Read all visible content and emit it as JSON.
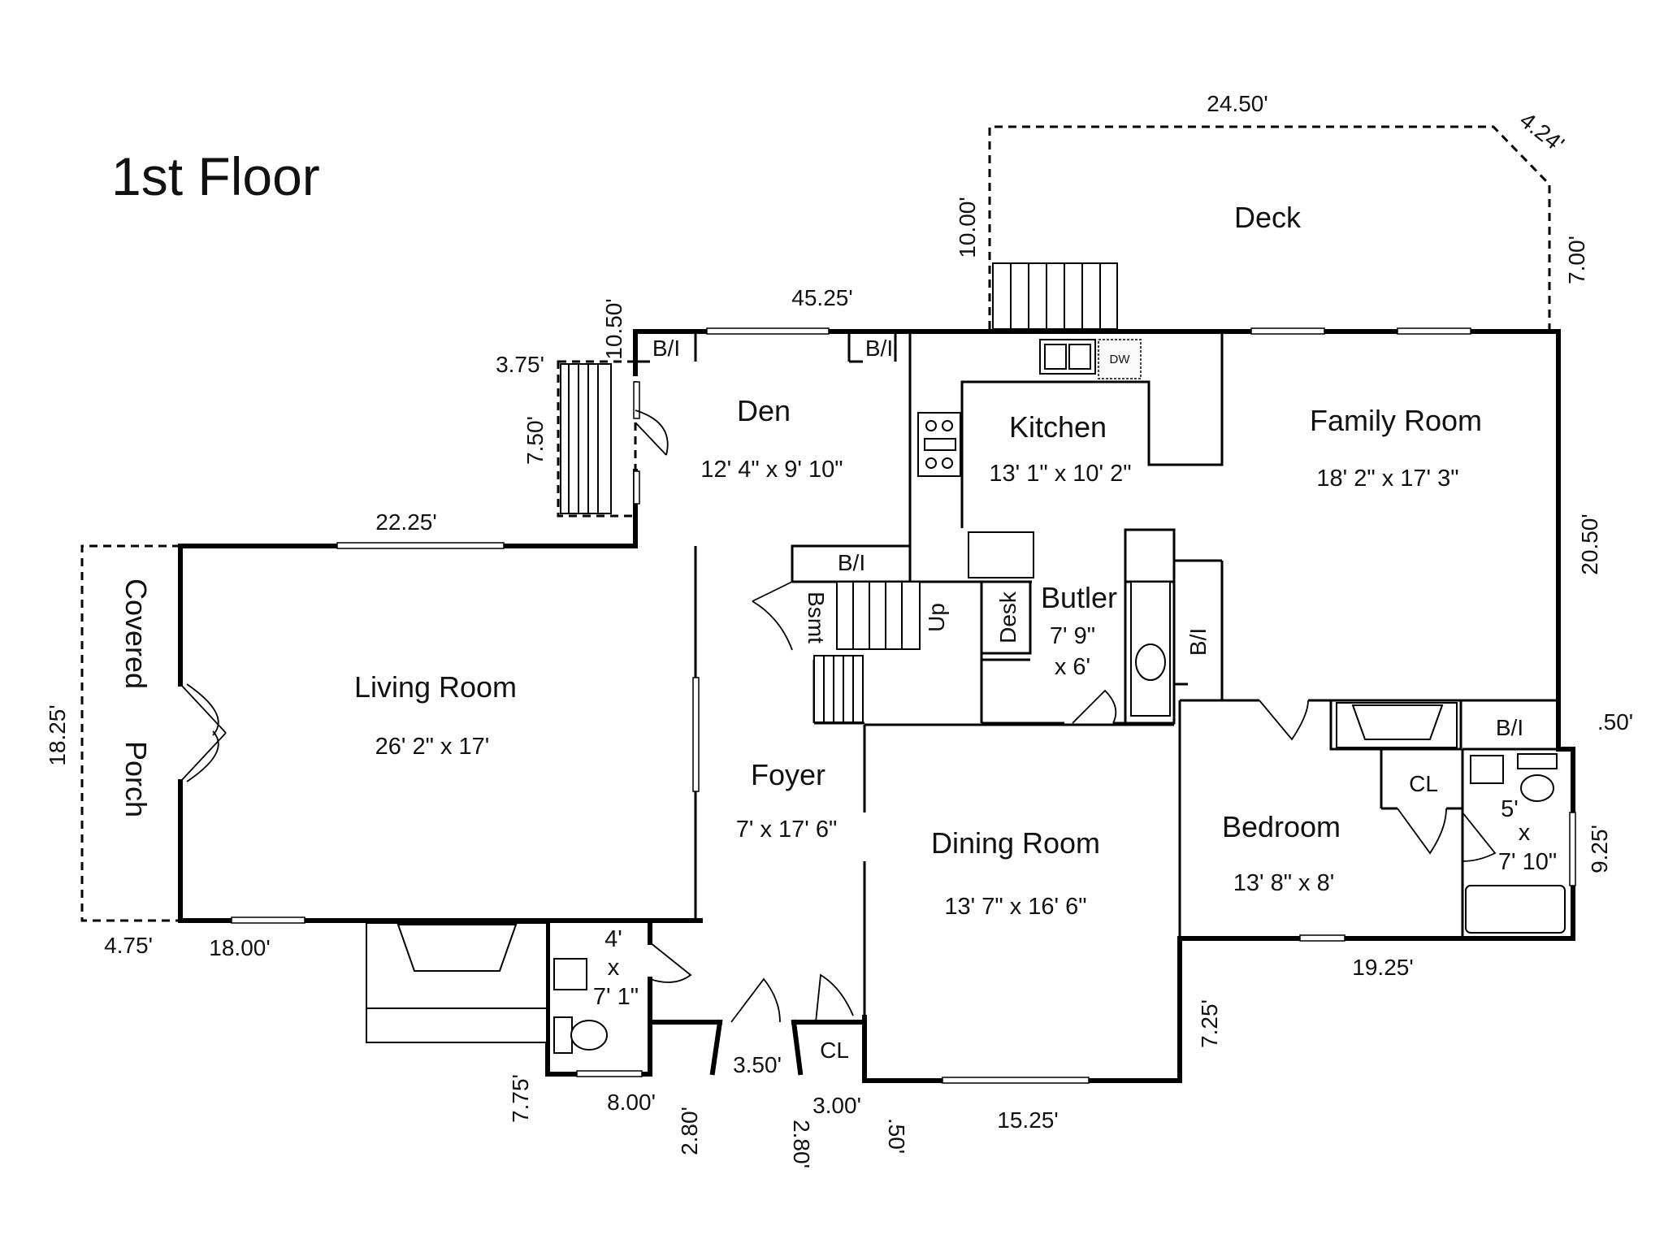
{
  "title": "1st Floor",
  "rooms": {
    "deck": "Deck",
    "den": {
      "name": "Den",
      "size": "12' 4\" x 9' 10\""
    },
    "kitchen": {
      "name": "Kitchen",
      "size": "13' 1\" x 10' 2\""
    },
    "family": {
      "name": "Family Room",
      "size": "18' 2\" x 17' 3\""
    },
    "living": {
      "name": "Living Room",
      "size": "26' 2\" x 17'"
    },
    "covered_porch": [
      "Covered",
      "Porch"
    ],
    "butler": {
      "name": "Butler",
      "size_1": "7' 9\"",
      "size_2": "x 6'"
    },
    "foyer": {
      "name": "Foyer",
      "size": "7' x 17' 6\""
    },
    "dining": {
      "name": "Dining Room",
      "size": "13' 7\" x 16' 6\""
    },
    "bedroom": {
      "name": "Bedroom",
      "size": "13' 8\" x 8'"
    },
    "bath_left": [
      "4'",
      "x",
      "7' 1\""
    ],
    "bath_right": [
      "5'",
      "x",
      "7' 10\""
    ]
  },
  "labels": {
    "bi": "B/I",
    "cl": "CL",
    "dw": "DW",
    "desk": "Desk",
    "bsmt": "Bsmt",
    "up": "Up"
  },
  "dimensions": {
    "deck_top": "24.50'",
    "deck_diag": "4.24'",
    "deck_right": "7.00'",
    "deck_left": "10.00'",
    "rear": "45.25'",
    "den_stair_h": "10.50'",
    "den_stair_w": "3.75'",
    "den_stair_len": "7.50'",
    "living_top": "22.25'",
    "porch_left": "18.25'",
    "porch_bottom": "4.75'",
    "living_bottom": "18.00'",
    "family_right": "20.50'",
    "right_jog": ".50'",
    "bath_right": "9.25'",
    "bedroom_bottom": "19.25'",
    "dining_right": "7.25'",
    "dining_bottom": "15.25'",
    "front_jog": ".50'",
    "entry_right_depth": "2.80'",
    "entry_right_w": "3.00'",
    "entry_w": "3.50'",
    "entry_left_depth": "2.80'",
    "bath_bottom": "8.00'",
    "bath_left": "7.75'"
  }
}
